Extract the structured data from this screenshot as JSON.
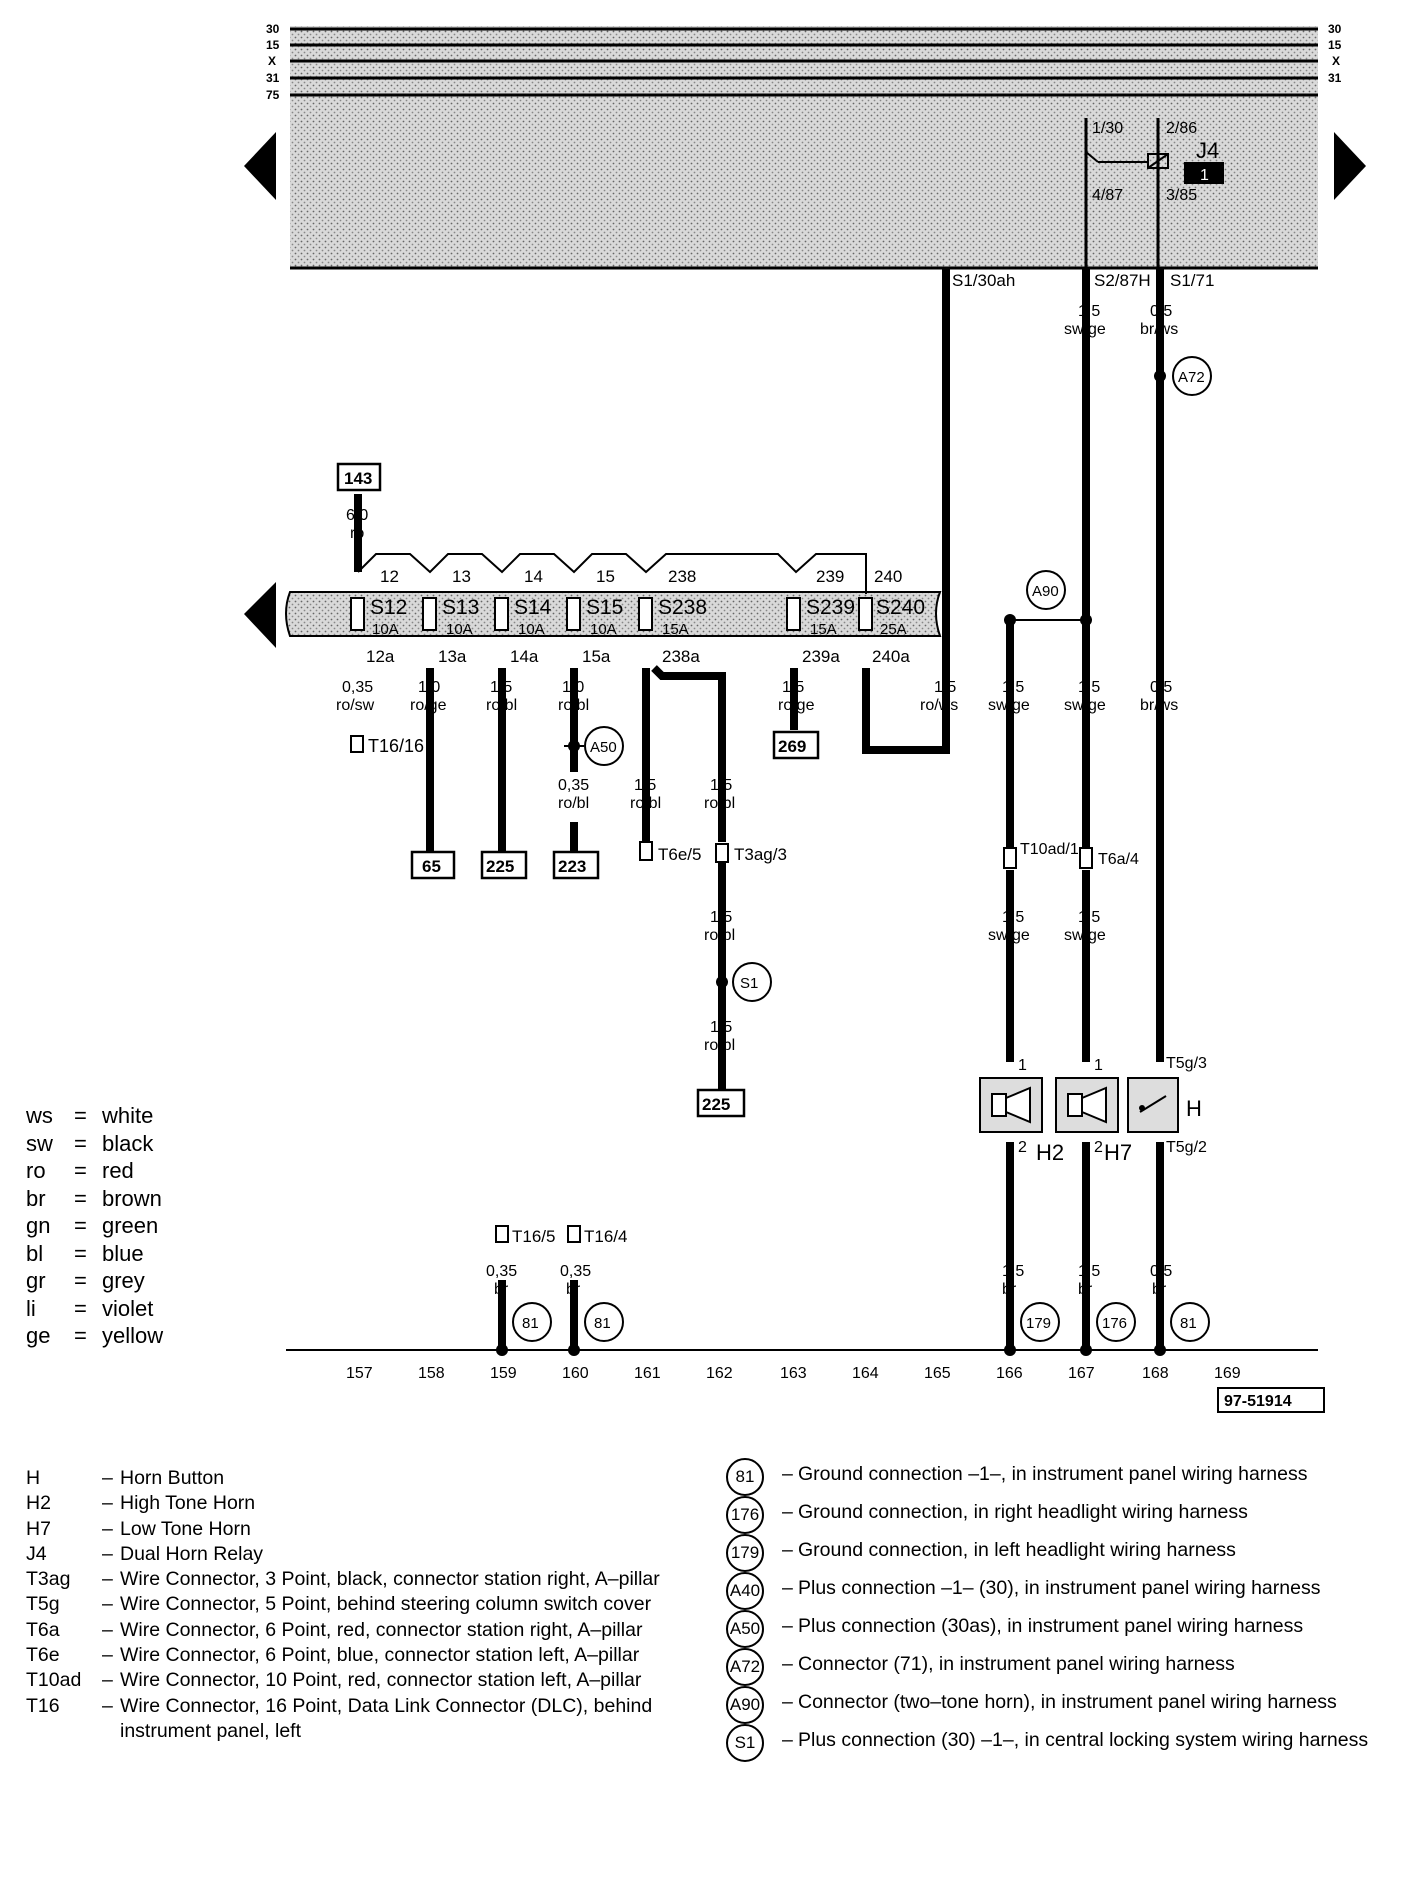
{
  "bus_labels": [
    "30",
    "15",
    "X",
    "31",
    "75"
  ],
  "bus_labels_right": [
    "30",
    "15",
    "X",
    "31"
  ],
  "relay": {
    "code": "J4",
    "badge": "1",
    "terminals": [
      "1/30",
      "2/86",
      "4/87",
      "3/85"
    ]
  },
  "top_outputs": [
    "S1/30ah",
    "S2/87H",
    "S1/71"
  ],
  "fuses": [
    {
      "code": "S12",
      "rating": "10A",
      "top": "12",
      "bottom": "12a"
    },
    {
      "code": "S13",
      "rating": "10A",
      "top": "13",
      "bottom": "13a"
    },
    {
      "code": "S14",
      "rating": "10A",
      "top": "14",
      "bottom": "14a"
    },
    {
      "code": "S15",
      "rating": "10A",
      "top": "15",
      "bottom": "15a"
    },
    {
      "code": "S238",
      "rating": "15A",
      "top": "238",
      "bottom": "238a"
    },
    {
      "code": "S239",
      "rating": "15A",
      "top": "239",
      "bottom": "239a"
    },
    {
      "code": "S240",
      "rating": "25A",
      "top": "240",
      "bottom": "240a"
    }
  ],
  "ref_boxes": [
    "143",
    "65",
    "225",
    "223",
    "269",
    "225"
  ],
  "wire_labels": [
    {
      "size": "6,0",
      "color": "ro"
    },
    {
      "size": "0,35",
      "color": "ro/sw"
    },
    {
      "size": "1,0",
      "color": "ro/ge"
    },
    {
      "size": "1,5",
      "color": "ro/bl"
    },
    {
      "size": "1,0",
      "color": "ro/bl"
    },
    {
      "size": "0,35",
      "color": "ro/bl"
    },
    {
      "size": "1,5",
      "color": "ro/bl"
    },
    {
      "size": "1,5",
      "color": "ro/bl"
    },
    {
      "size": "1,5",
      "color": "ro/bl"
    },
    {
      "size": "1,5",
      "color": "ro/bl"
    },
    {
      "size": "1,5",
      "color": "ro/ge"
    },
    {
      "size": "1,5",
      "color": "ro/ws"
    },
    {
      "size": "1,5",
      "color": "sw/ge"
    },
    {
      "size": "1,5",
      "color": "sw/ge"
    },
    {
      "size": "0,5",
      "color": "br/ws"
    },
    {
      "size": "1,5",
      "color": "sw/ge"
    },
    {
      "size": "0,5",
      "color": "br/ws"
    },
    {
      "size": "1,5",
      "color": "sw/ge"
    },
    {
      "size": "1,5",
      "color": "sw/ge"
    },
    {
      "size": "0,35",
      "color": "br"
    },
    {
      "size": "0,35",
      "color": "br"
    },
    {
      "size": "1,5",
      "color": "br"
    },
    {
      "size": "1,5",
      "color": "br"
    },
    {
      "size": "0,5",
      "color": "br"
    }
  ],
  "connectors": [
    "T16/16",
    "T6e/5",
    "T3ag/3",
    "T10ad/1",
    "T6a/4",
    "T5g/3",
    "T5g/2",
    "T16/5",
    "T16/4"
  ],
  "circle_refs": [
    "A72",
    "A90",
    "A50",
    "S1",
    "81",
    "81",
    "179",
    "176",
    "81"
  ],
  "component_labels": [
    "H2",
    "H7",
    "H"
  ],
  "pin_labels": [
    "1",
    "1",
    "2",
    "2"
  ],
  "track_numbers": [
    "157",
    "158",
    "159",
    "160",
    "161",
    "162",
    "163",
    "164",
    "165",
    "166",
    "167",
    "168",
    "169"
  ],
  "diagram_id": "97-51914",
  "color_legend": [
    {
      "code": "ws",
      "name": "white"
    },
    {
      "code": "sw",
      "name": "black"
    },
    {
      "code": "ro",
      "name": "red"
    },
    {
      "code": "br",
      "name": "brown"
    },
    {
      "code": "gn",
      "name": "green"
    },
    {
      "code": "bl",
      "name": "blue"
    },
    {
      "code": "gr",
      "name": "grey"
    },
    {
      "code": "li",
      "name": "violet"
    },
    {
      "code": "ge",
      "name": "yellow"
    }
  ],
  "components_legend": [
    {
      "code": "H",
      "desc": "Horn Button"
    },
    {
      "code": "H2",
      "desc": "High Tone Horn"
    },
    {
      "code": "H7",
      "desc": "Low Tone Horn"
    },
    {
      "code": "J4",
      "desc": "Dual Horn Relay"
    },
    {
      "code": "T3ag",
      "desc": "Wire Connector, 3 Point, black, connector station right, A–pillar"
    },
    {
      "code": "T5g",
      "desc": "Wire Connector, 5 Point, behind steering column switch cover"
    },
    {
      "code": "T6a",
      "desc": "Wire Connector, 6 Point, red, connector station right, A–pillar"
    },
    {
      "code": "T6e",
      "desc": "Wire Connector, 6 Point, blue, connector station left, A–pillar"
    },
    {
      "code": "T10ad",
      "desc": "Wire Connector, 10 Point, red, connector station left, A–pillar"
    },
    {
      "code": "T16",
      "desc": "Wire Connector, 16 Point, Data Link Connector (DLC), behind instrument panel, left"
    }
  ],
  "connections_legend": [
    {
      "code": "81",
      "desc": "Ground connection –1–, in instrument panel wiring harness"
    },
    {
      "code": "176",
      "desc": "Ground connection, in right headlight wiring harness"
    },
    {
      "code": "179",
      "desc": "Ground connection, in left headlight wiring harness"
    },
    {
      "code": "A40",
      "desc": "Plus connection –1– (30), in instrument panel wiring harness"
    },
    {
      "code": "A50",
      "desc": "Plus connection (30as), in instrument panel wiring harness"
    },
    {
      "code": "A72",
      "desc": "Connector (71), in instrument panel wiring harness"
    },
    {
      "code": "A90",
      "desc": "Connector (two–tone horn), in instrument panel wiring harness"
    },
    {
      "code": "S1",
      "desc": "Plus connection (30) –1–, in central locking system wiring harness"
    }
  ]
}
